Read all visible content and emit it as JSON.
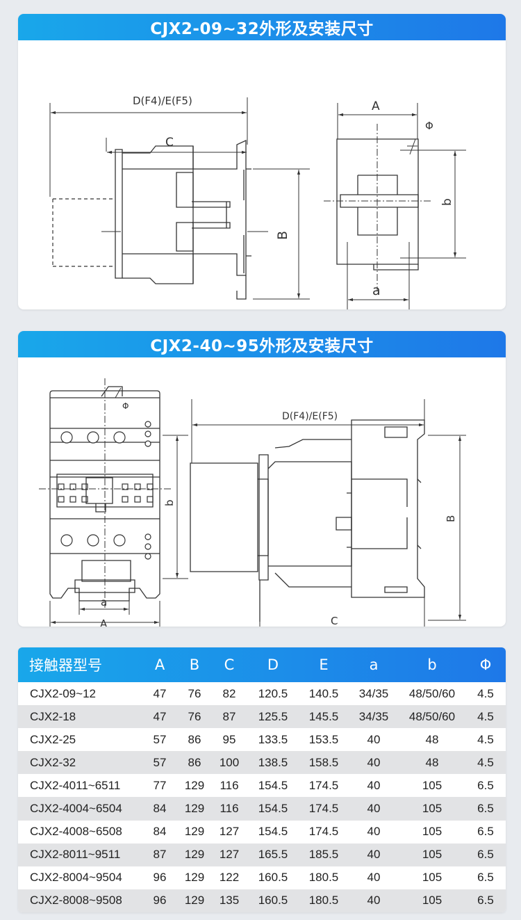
{
  "section1": {
    "title": "CJX2-09~32外形及安装尺寸"
  },
  "section2": {
    "title": "CJX2-40~95外形及安装尺寸"
  },
  "drawing1": {
    "side": {
      "dim_df": "D(F4)/E(F5)",
      "dim_c": "C",
      "dim_b": "B"
    },
    "front": {
      "dim_a_upper": "A",
      "dim_phi": "Φ",
      "dim_b_lower": "b",
      "dim_a_lower": "a"
    }
  },
  "drawing2": {
    "front": {
      "dim_phi": "Φ",
      "dim_b_lower": "b",
      "dim_a_lower": "a",
      "dim_a_upper": "A"
    },
    "side": {
      "dim_df": "D(F4)/E(F5)",
      "dim_b": "B",
      "dim_c": "C"
    }
  },
  "table": {
    "headers": [
      "接触器型号",
      "A",
      "B",
      "C",
      "D",
      "E",
      "a",
      "b",
      "Φ"
    ],
    "rows": [
      [
        "CJX2-09~12",
        "47",
        "76",
        "82",
        "120.5",
        "140.5",
        "34/35",
        "48/50/60",
        "4.5"
      ],
      [
        "CJX2-18",
        "47",
        "76",
        "87",
        "125.5",
        "145.5",
        "34/35",
        "48/50/60",
        "4.5"
      ],
      [
        "CJX2-25",
        "57",
        "86",
        "95",
        "133.5",
        "153.5",
        "40",
        "48",
        "4.5"
      ],
      [
        "CJX2-32",
        "57",
        "86",
        "100",
        "138.5",
        "158.5",
        "40",
        "48",
        "4.5"
      ],
      [
        "CJX2-4011~6511",
        "77",
        "129",
        "116",
        "154.5",
        "174.5",
        "40",
        "105",
        "6.5"
      ],
      [
        "CJX2-4004~6504",
        "84",
        "129",
        "116",
        "154.5",
        "174.5",
        "40",
        "105",
        "6.5"
      ],
      [
        "CJX2-4008~6508",
        "84",
        "129",
        "127",
        "154.5",
        "174.5",
        "40",
        "105",
        "6.5"
      ],
      [
        "CJX2-8011~9511",
        "87",
        "129",
        "127",
        "165.5",
        "185.5",
        "40",
        "105",
        "6.5"
      ],
      [
        "CJX2-8004~9504",
        "96",
        "129",
        "122",
        "160.5",
        "180.5",
        "40",
        "105",
        "6.5"
      ],
      [
        "CJX2-8008~9508",
        "96",
        "129",
        "135",
        "160.5",
        "180.5",
        "40",
        "105",
        "6.5"
      ]
    ]
  }
}
